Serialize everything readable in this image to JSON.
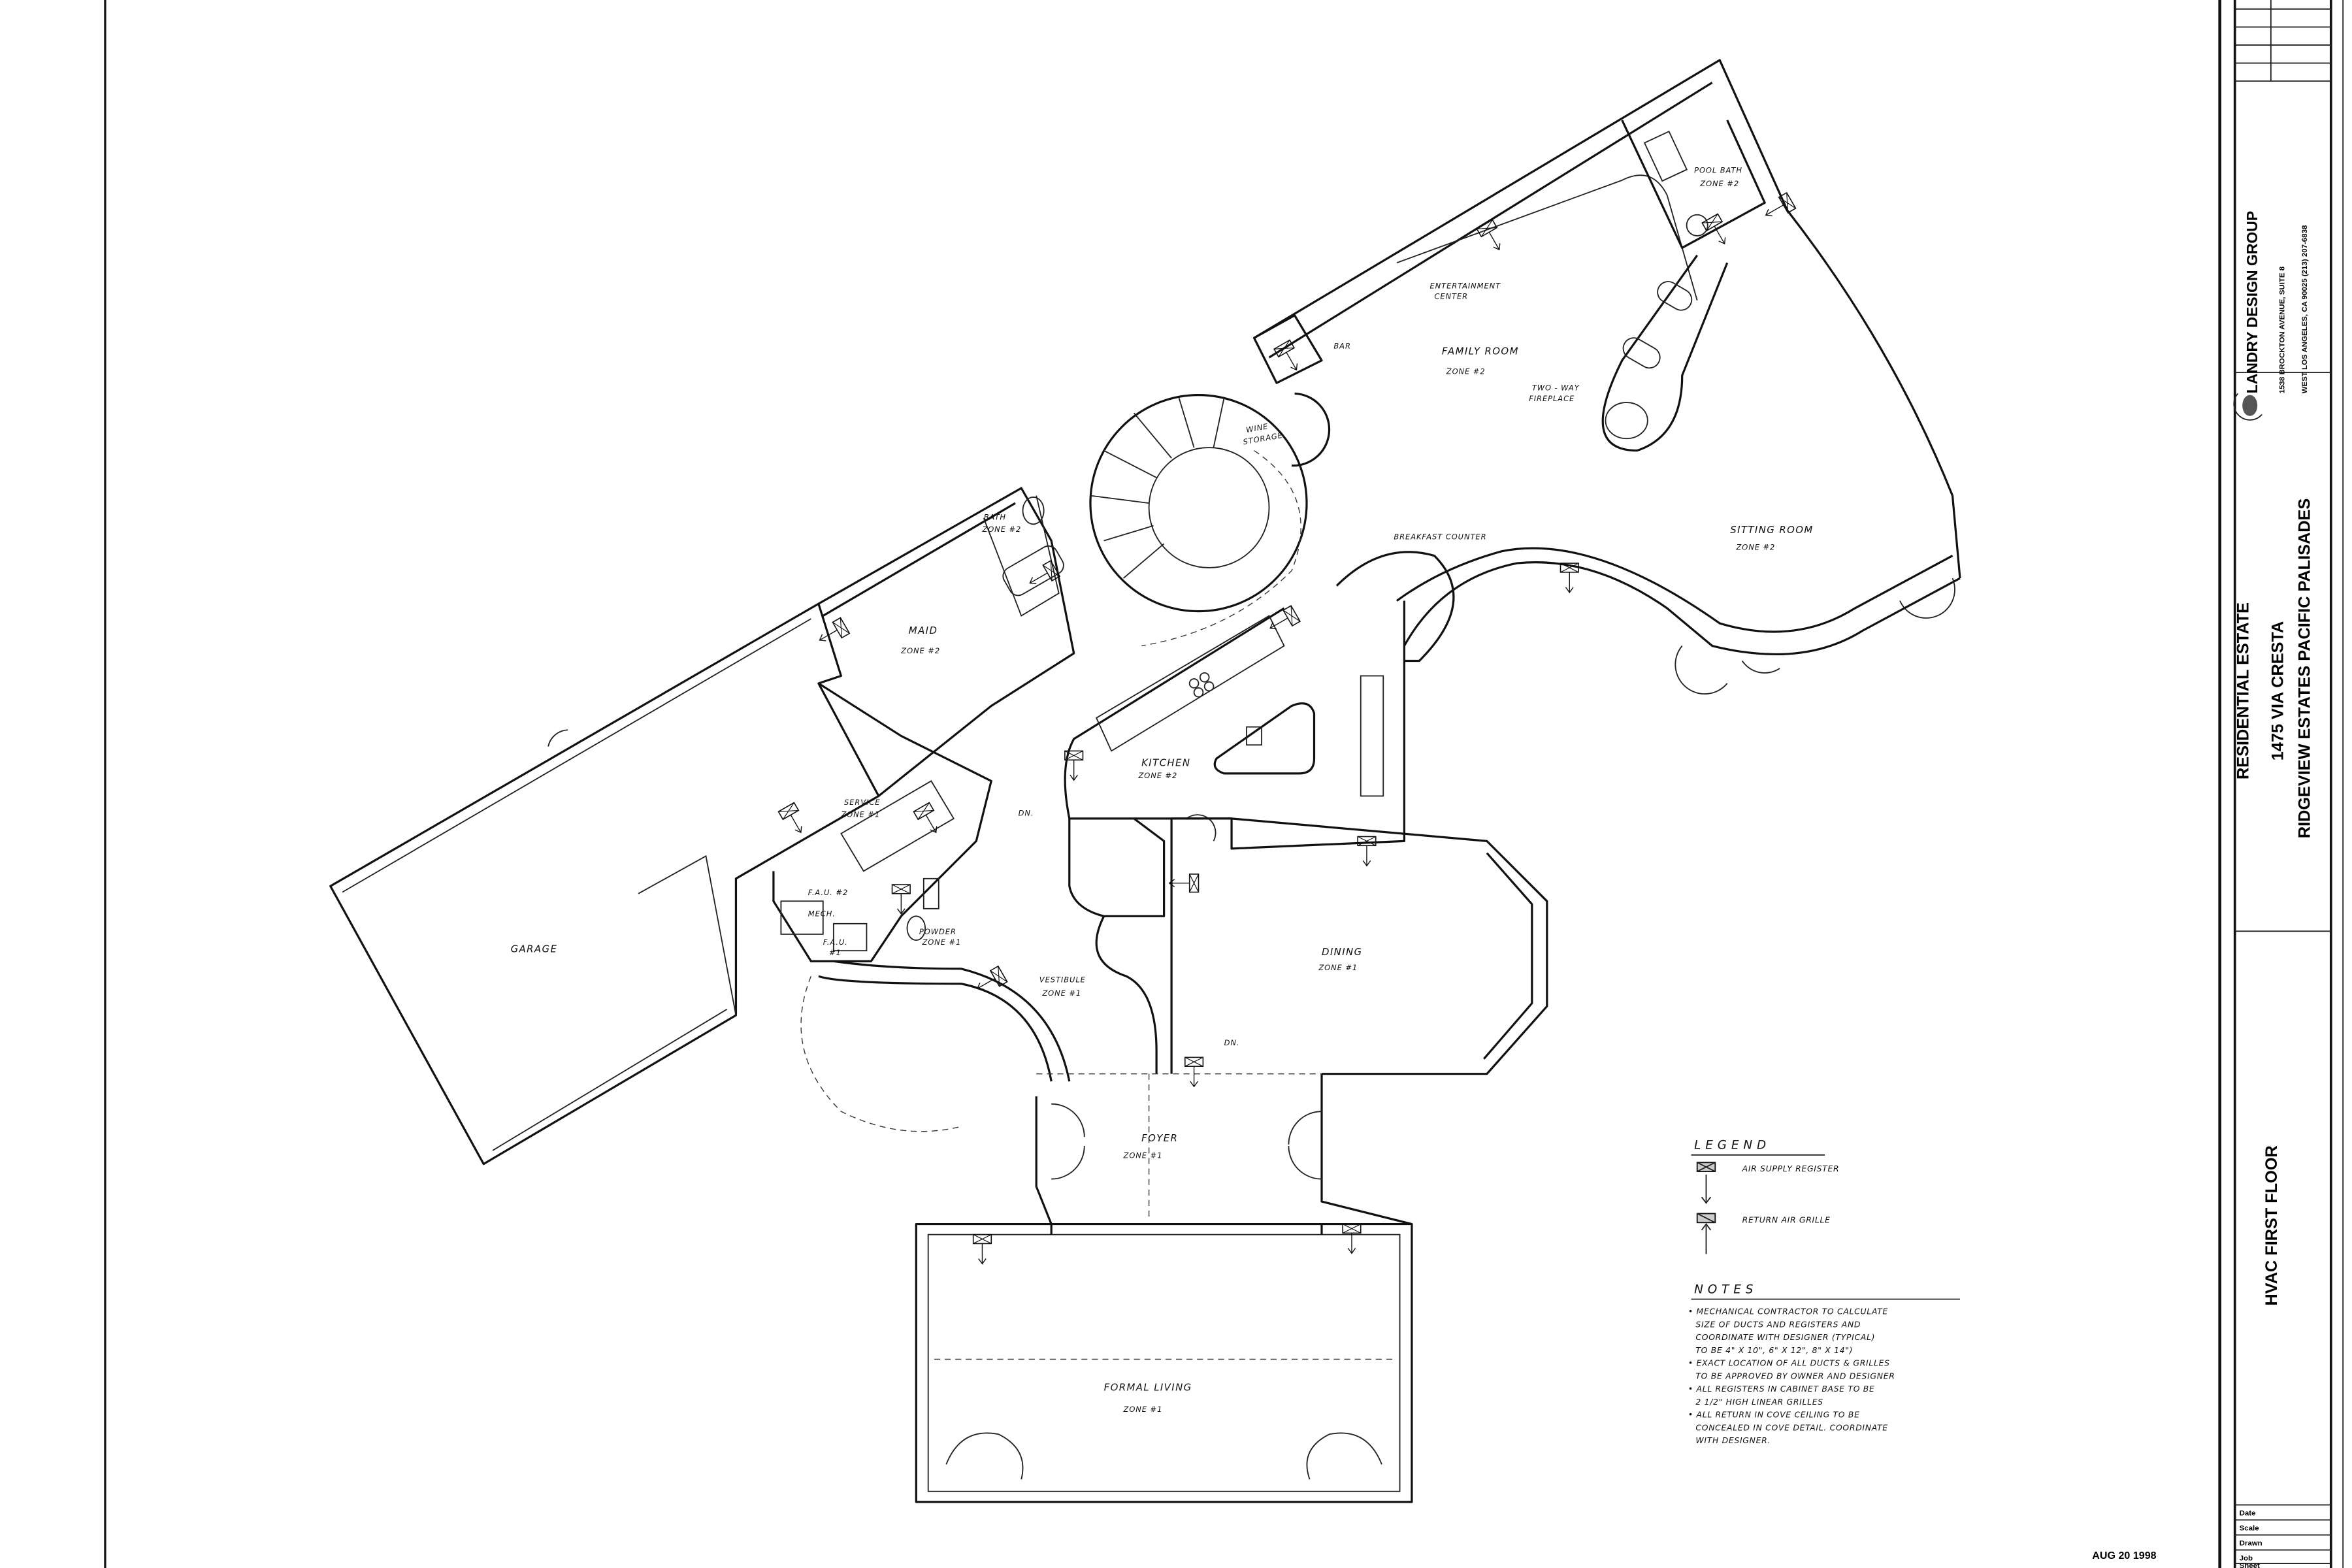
{
  "title_block": {
    "firm_name": "LANDRY DESIGN GROUP",
    "firm_address_1": "1538 BROCKTON AVENUE, SUITE 8",
    "firm_address_2": "WEST LOS ANGELES, CA 90025 (213) 207-6838",
    "project_line_1": "RESIDENTIAL ESTATE",
    "project_line_2": "1475 VIA CRESTA",
    "project_line_3": "RIDGEVIEW ESTATES   PACIFIC PALISADES",
    "sheet_title": "HVAC FIRST FLOOR",
    "fields": [
      "Date",
      "Scale",
      "Drawn",
      "Job",
      "Sheet"
    ]
  },
  "stamp": "AUG 20 1998",
  "rooms": {
    "garage": "GARAGE",
    "maid": "MAID",
    "maid_zone": "ZONE #2",
    "bath": "BATH",
    "bath_zone": "ZONE #2",
    "wine": "WINE",
    "storage": "STORAGE",
    "bar": "BAR",
    "entertainment_1": "ENTERTAINMENT",
    "entertainment_2": "CENTER",
    "family": "FAMILY ROOM",
    "family_zone": "ZONE #2",
    "fireplace_1": "TWO - WAY",
    "fireplace_2": "FIREPLACE",
    "pool_bath": "POOL BATH",
    "pool_bath_zone": "ZONE #2",
    "sitting": "SITTING ROOM",
    "sitting_zone": "ZONE #2",
    "breakfast": "BREAKFAST COUNTER",
    "kitchen": "KITCHEN",
    "kitchen_zone": "ZONE #2",
    "service": "SERVICE",
    "service_zone": "ZONE #1",
    "fau2": "F.A.U. #2",
    "mech": "MECH.",
    "fau1_a": "F.A.U.",
    "fau1_b": "#1",
    "powder": "POWDER",
    "powder_zone": "ZONE #1",
    "vestibule": "VESTIBULE",
    "vestibule_zone": "ZONE #1",
    "dining": "DINING",
    "dining_zone": "ZONE #1",
    "foyer": "FOYER",
    "foyer_zone": "ZONE #1",
    "formal": "FORMAL LIVING",
    "formal_zone": "ZONE #1",
    "dn": "DN."
  },
  "legend": {
    "title": "LEGEND",
    "items": [
      {
        "symbol": "air-supply-register-icon",
        "label": "AIR SUPPLY REGISTER"
      },
      {
        "symbol": "return-air-grille-icon",
        "label": "RETURN AIR GRILLE"
      }
    ]
  },
  "notes": {
    "title": "NOTES",
    "lines": [
      "• MECHANICAL CONTRACTOR TO CALCULATE",
      "SIZE OF DUCTS AND REGISTERS AND",
      "COORDINATE WITH DESIGNER (TYPICAL)",
      "TO BE 4\" X 10\", 6\" X 12\", 8\" X 14\")",
      "• EXACT LOCATION OF ALL DUCTS & GRILLES",
      "TO BE APPROVED BY OWNER AND DESIGNER",
      "• ALL REGISTERS IN CABINET BASE TO BE",
      "2 1/2\" HIGH LINEAR GRILLES",
      "• ALL RETURN IN COVE CEILING TO BE",
      "CONCEALED IN COVE DETAIL. COORDINATE",
      "WITH DESIGNER."
    ]
  }
}
